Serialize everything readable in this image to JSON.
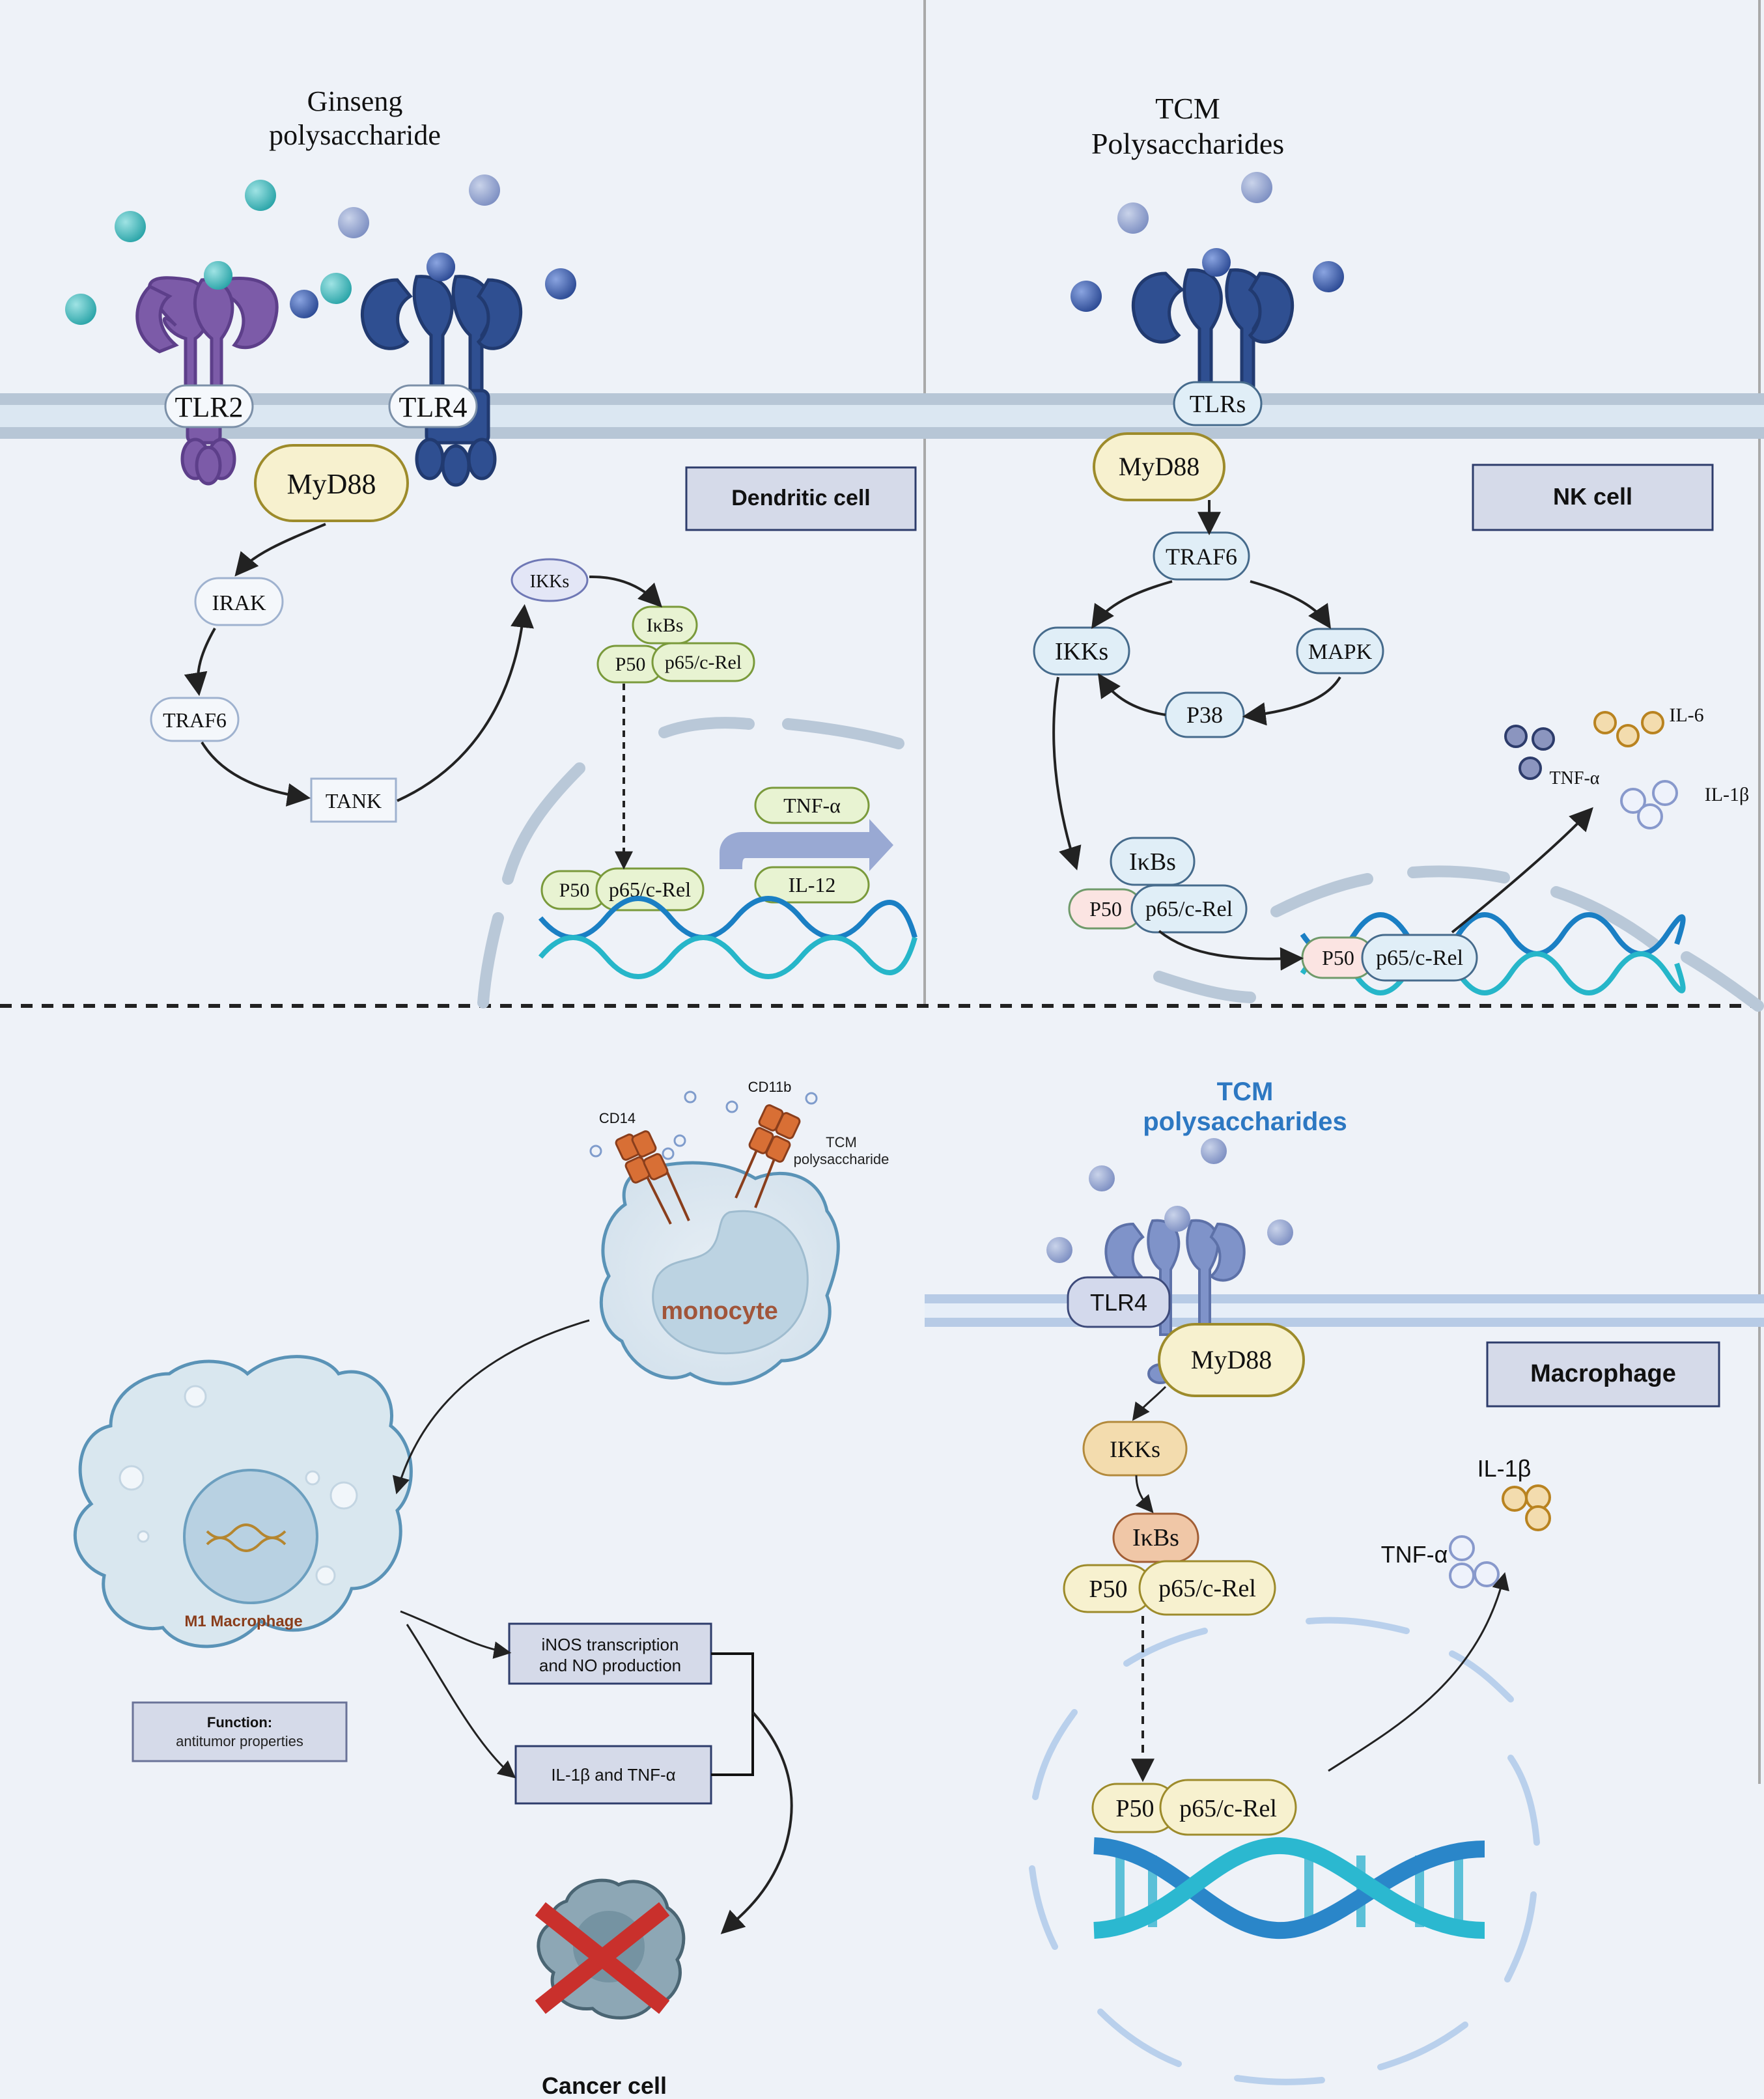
{
  "dendritic": {
    "title_line1": "Ginseng",
    "title_line2": "polysaccharide",
    "tlr2": "TLR2",
    "tlr4": "TLR4",
    "myd88": "MyD88",
    "irak": "IRAK",
    "traf6": "TRAF6",
    "tank": "TANK",
    "ikks": "IKKs",
    "ikbs": "IκBs",
    "p50": "P50",
    "p65": "p65/c-Rel",
    "p50_nuc": "P50",
    "p65_nuc": "p65/c-Rel",
    "tnf": "TNF-α",
    "il12": "IL-12",
    "cell_label": "Dendritic cell"
  },
  "nk": {
    "title_line1": "TCM",
    "title_line2": "Polysaccharides",
    "tlrs": "TLRs",
    "myd88": "MyD88",
    "traf6": "TRAF6",
    "ikks": "IKKs",
    "mapk": "MAPK",
    "p38": "P38",
    "ikbs": "IκBs",
    "p50": "P50",
    "p65": "p65/c-Rel",
    "p50_nuc": "P50",
    "p65_nuc": "p65/c-Rel",
    "tnf": "TNF-α",
    "il6": "IL-6",
    "il1b": "IL-1β",
    "cell_label": "NK cell"
  },
  "monocyte": {
    "cd14": "CD14",
    "cd11b": "CD11b",
    "tcm_line1": "TCM",
    "tcm_line2": "polysaccharide",
    "monocyte_label": "monocyte",
    "m1_label": "M1 Macrophage",
    "function_title": "Function:",
    "function_text": "antitumor properties",
    "inos_line1": "iNOS transcription",
    "inos_line2": "and NO production",
    "il1b_tnf": "IL-1β and TNF-α",
    "cancer_label": "Cancer cell"
  },
  "macrophage": {
    "title_line1": "TCM",
    "title_line2": "polysaccharides",
    "tlr4": "TLR4",
    "myd88": "MyD88",
    "ikks": "IKKs",
    "ikbs": "IκBs",
    "p50": "P50",
    "p65": "p65/c-Rel",
    "p50_nuc": "P50",
    "p65_nuc": "p65/c-Rel",
    "il1b": "IL-1β",
    "tnf": "TNF-α",
    "cell_label": "Macrophage"
  },
  "colors": {
    "background": "#eef2f8",
    "membrane": "#b7c6d6",
    "tlr2_purple": "#7c5ba8",
    "tlr4_blue": "#2f4f91",
    "teal_ball": "#3bb4b7",
    "cream": "#f7f1cf",
    "green": "#e8f3d2",
    "light_blue": "#e0eef7",
    "label_box": "#d5dae9",
    "orange": "#d86f35",
    "red_cross": "#c9302c"
  }
}
